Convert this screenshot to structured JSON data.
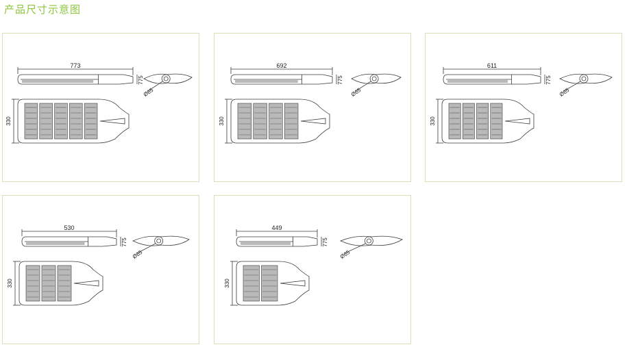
{
  "title": "产品尺寸示意图",
  "colors": {
    "title": "#8cc63e",
    "frame": "#d5e2b8",
    "line": "#3a3a3a",
    "lamp_fill": "#b9b9b9"
  },
  "height_label": "775",
  "width_label": "330",
  "diameter_label": "Ø65",
  "models": [
    {
      "length": "773",
      "modules": 5
    },
    {
      "length": "692",
      "modules": 4
    },
    {
      "length": "611",
      "modules": 4
    },
    {
      "length": "530",
      "modules": 3
    },
    {
      "length": "449",
      "modules": 2
    }
  ]
}
